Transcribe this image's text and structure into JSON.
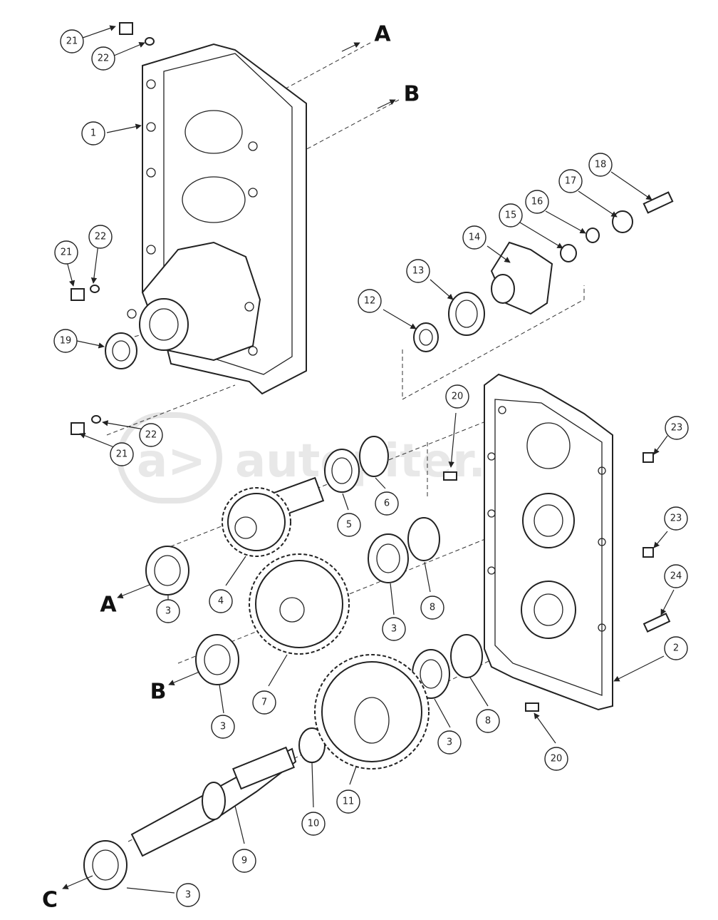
{
  "watermark": {
    "text": "autopiter.ru",
    "logo_glyph": "a>"
  },
  "section_letters": [
    "A",
    "B",
    "A",
    "B",
    "C"
  ],
  "callouts": [
    "21",
    "22",
    "1",
    "22",
    "21",
    "19",
    "22",
    "21",
    "18",
    "17",
    "16",
    "15",
    "14",
    "13",
    "12",
    "20",
    "23",
    "6",
    "5",
    "23",
    "8",
    "3",
    "4",
    "24",
    "3",
    "7",
    "2",
    "8",
    "3",
    "3",
    "11",
    "10",
    "20",
    "9",
    "3"
  ]
}
